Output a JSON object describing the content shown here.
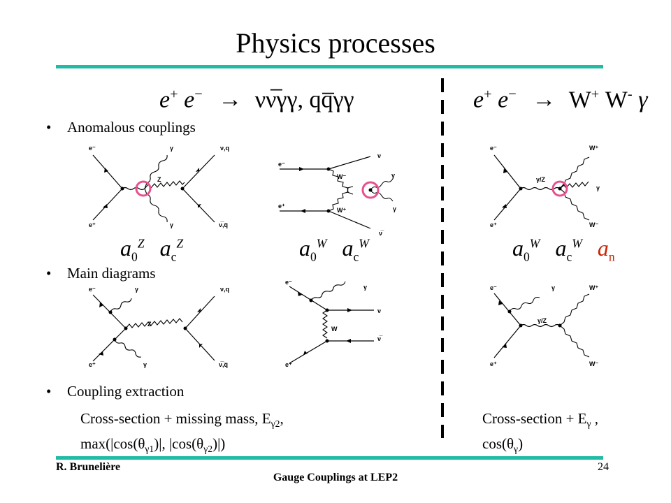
{
  "slide": {
    "title": "Physics processes",
    "left_process": {
      "initial": "e",
      "initial_sup1": "+",
      "initial2": "e",
      "initial_sup2": "−",
      "arrow": "→",
      "products": "νν̅γγ, qq̅γγ"
    },
    "right_process": {
      "initial": "e",
      "initial_sup1": "+",
      "initial2": "e",
      "initial_sup2": "−",
      "arrow": "→",
      "w1": "W",
      "w1_sup": "+",
      "w2": "W",
      "w2_sup": "-",
      "gamma": "γ"
    },
    "bullets": [
      {
        "marker": "•",
        "text": "Anomalous couplings"
      },
      {
        "marker": "•",
        "text": "Main diagrams"
      },
      {
        "marker": "•",
        "text": "Coupling extraction"
      }
    ],
    "couplings": {
      "group1": [
        {
          "base": "a",
          "sub": "0",
          "sup": "Z"
        },
        {
          "base": "a",
          "sub": "c",
          "sup": "Z"
        }
      ],
      "group2": [
        {
          "base": "a",
          "sub": "0",
          "sup": "W"
        },
        {
          "base": "a",
          "sub": "c",
          "sup": "W"
        }
      ],
      "group3": [
        {
          "base": "a",
          "sub": "0",
          "sup": "W"
        },
        {
          "base": "a",
          "sub": "c",
          "sup": "W"
        },
        {
          "base": "a",
          "sub": "n",
          "sup": ""
        }
      ]
    },
    "extraction_left": {
      "line1_a": "Cross-section + missing mass, E",
      "line1_sub": "γ2",
      "line1_b": ",",
      "line2_a": "max(|cos(θ",
      "line2_sub1": "γ1",
      "line2_b": ")|, |cos(θ",
      "line2_sub2": "γ2",
      "line2_c": ")|)"
    },
    "extraction_right": {
      "line1_a": "Cross-section + E",
      "line1_sub": "γ",
      "line1_b": " ,",
      "line2_a": "cos(θ",
      "line2_sub": "γ",
      "line2_b": ")"
    },
    "diagram_labels": {
      "e_minus": "e⁻",
      "e_plus": "e⁺",
      "gamma": "γ",
      "nu_q": "ν,q",
      "nubar_qbar": "ν̅,q̅",
      "Z": "Z",
      "nu": "ν",
      "nubar": "ν̅",
      "W": "W",
      "W_minus": "W⁻",
      "W_plus": "W⁺",
      "gamma_Z": "γ/Z"
    },
    "footer": {
      "author": "R. Brunelière",
      "talk": "Gauge Couplings at LEP2",
      "page": "24"
    },
    "colors": {
      "rule": "#22bba6",
      "vertex_circle": "#e8508f",
      "anomalous_coupling": "#cc2200"
    }
  }
}
